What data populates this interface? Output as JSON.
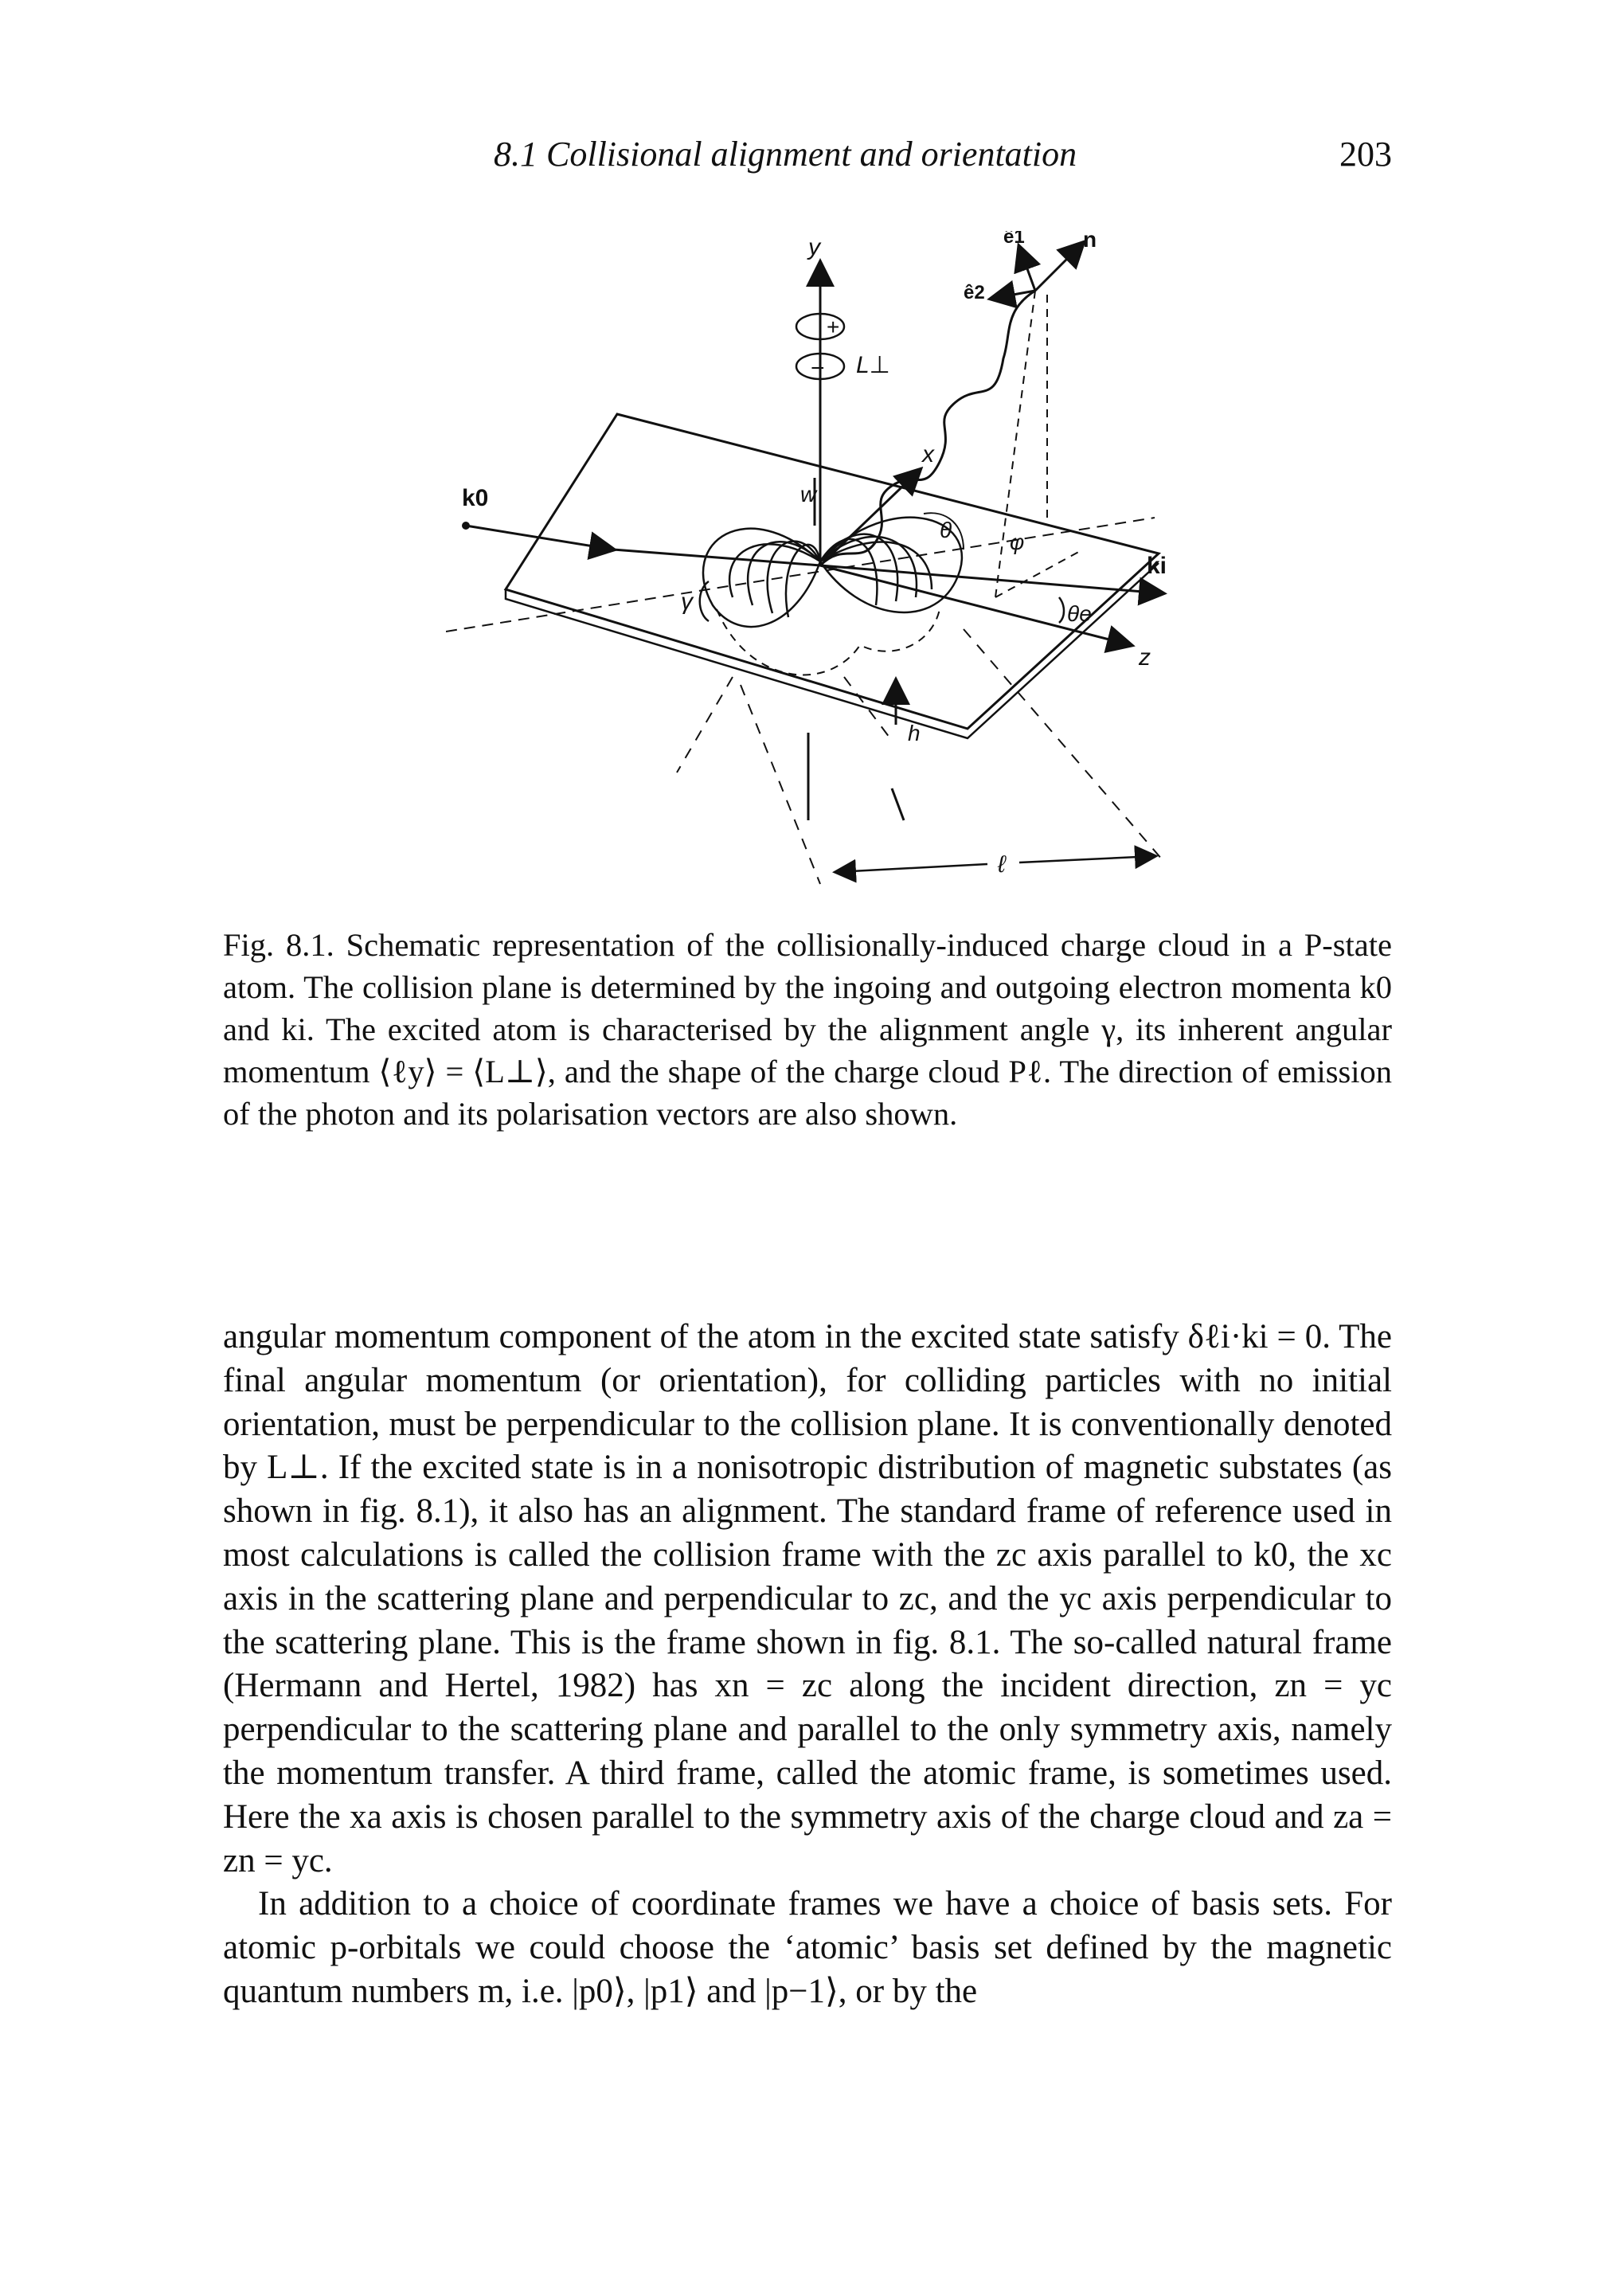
{
  "header": {
    "running_title": "8.1 Collisional alignment and orientation",
    "page_number": "203"
  },
  "figure": {
    "labels": {
      "y": "y",
      "L": "L⊥",
      "w": "w",
      "x": "x",
      "k0": "k0",
      "gamma": "γ",
      "theta": "θ",
      "phi": "φ",
      "ki": "ki",
      "theta_e": "θe",
      "z": "z",
      "h": "h",
      "ell": "ℓ",
      "e1": "ê1",
      "e2": "ê2",
      "n": "n̂",
      "plus": "+",
      "minus": "−"
    }
  },
  "caption": {
    "label": "Fig. 8.1.",
    "text": "Schematic representation of the collisionally-induced charge cloud in a P-state atom. The collision plane is determined by the ingoing and outgoing electron momenta k0 and ki. The excited atom is characterised by the alignment angle γ, its inherent angular momentum ⟨ℓy⟩ = ⟨L⊥⟩, and the shape of the charge cloud Pℓ. The direction of emission of the photon and its polarisation vectors are also shown."
  },
  "body": {
    "paragraph1": "angular momentum component of the atom in the excited state satisfy δℓi·ki = 0. The final angular momentum (or orientation), for colliding particles with no initial orientation, must be perpendicular to the collision plane. It is conventionally denoted by L⊥. If the excited state is in a nonisotropic distribution of magnetic substates (as shown in fig. 8.1), it also has an alignment. The standard frame of reference used in most calculations is called the collision frame with the zc axis parallel to k0, the xc axis in the scattering plane and perpendicular to zc, and the yc axis perpendicular to the scattering plane. This is the frame shown in fig. 8.1. The so-called natural frame (Hermann and Hertel, 1982) has xn = zc along the incident direction, zn = yc perpendicular to the scattering plane and parallel to the only symmetry axis, namely the momentum transfer. A third frame, called the atomic frame, is sometimes used. Here the xa axis is chosen parallel to the symmetry axis of the charge cloud and za = zn = yc.",
    "paragraph2": "In addition to a choice of coordinate frames we have a choice of basis sets. For atomic p-orbitals we could choose the ‘atomic’ basis set defined by the magnetic quantum numbers m, i.e. |p0⟩, |p1⟩ and |p−1⟩, or by the"
  }
}
